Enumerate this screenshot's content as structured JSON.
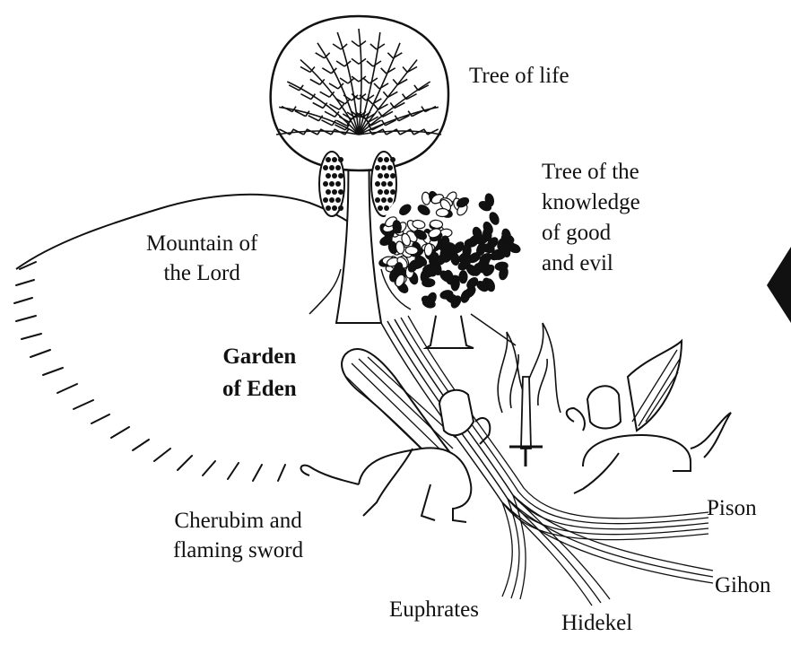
{
  "labels": {
    "tree_of_life": "Tree of life",
    "tree_of_knowledge": [
      "Tree of the",
      "knowledge",
      "of good",
      "and evil"
    ],
    "mountain": [
      "Mountain of",
      "the Lord"
    ],
    "garden": [
      "Garden",
      "of Eden"
    ],
    "cherubim": [
      "Cherubim and",
      "flaming sword"
    ],
    "rivers": {
      "pison": "Pison",
      "gihon": "Gihon",
      "euphrates": "Euphrates",
      "hidekel": "Hidekel"
    }
  },
  "colors": {
    "ink": "#111111",
    "background": "#ffffff"
  }
}
